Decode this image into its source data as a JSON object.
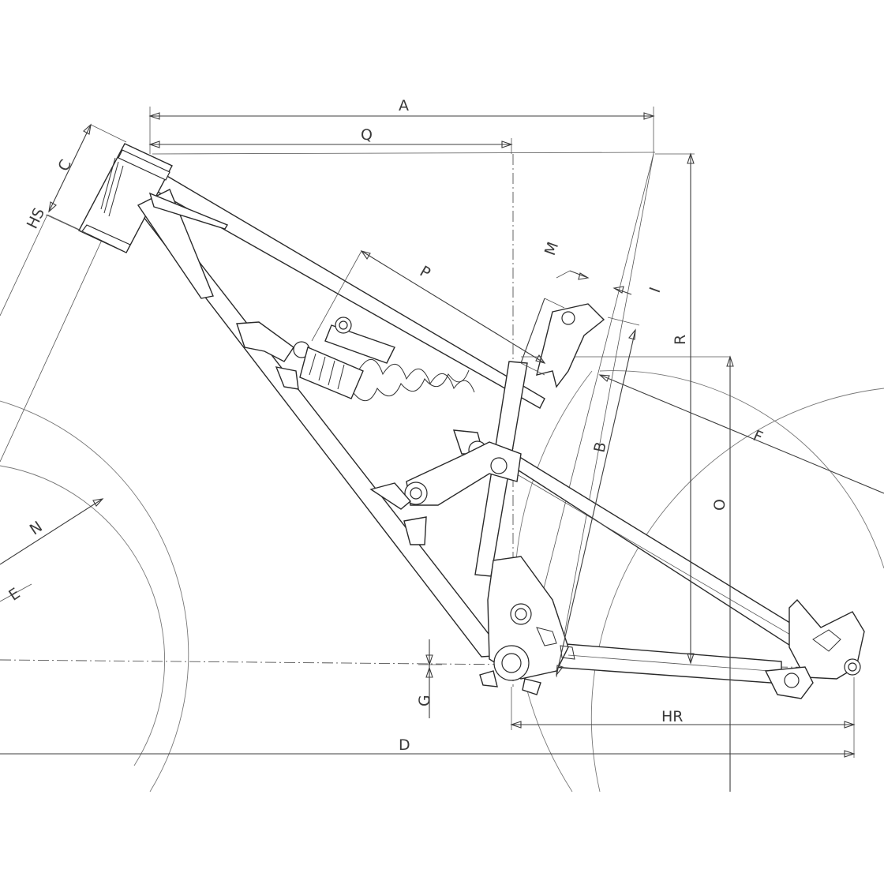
{
  "drawing": {
    "dimension_labels": {
      "A": "A",
      "Q": "Q",
      "C": "C",
      "HS": "HS",
      "P": "P",
      "M": "M",
      "I": "I",
      "R": "R",
      "B": "B",
      "F": "F",
      "O": "O",
      "N": "N",
      "E": "E",
      "G": "G",
      "HR": "HR",
      "D": "D"
    },
    "line_color": "#2a2a2a",
    "background_color": "#ffffff"
  }
}
